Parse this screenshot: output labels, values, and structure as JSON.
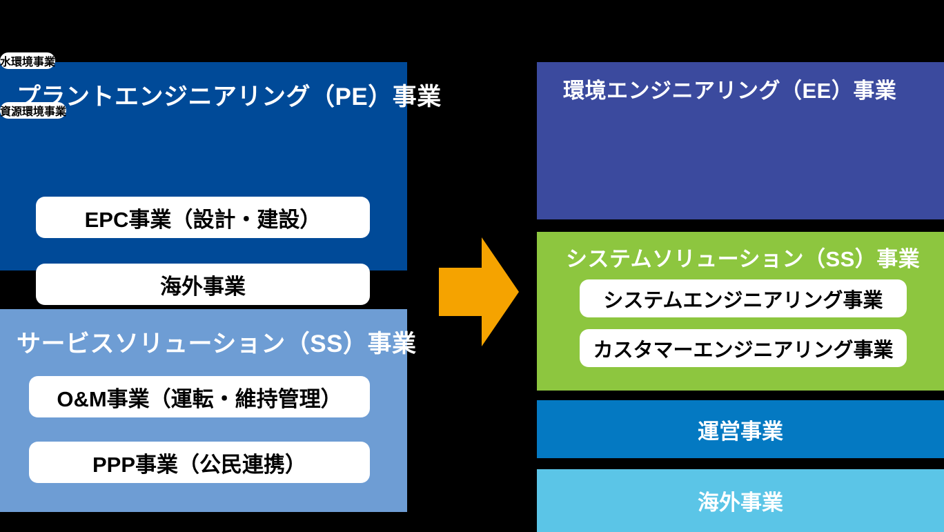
{
  "diagram": {
    "type": "business-segment-reorganization",
    "direction": "left-to-right",
    "arrow": {
      "icon": "right-arrow-icon",
      "color": "#F5A300"
    },
    "before": [
      {
        "id": "pe",
        "title": "プラントエンジニアリング（PE）事業",
        "color": "#004A98",
        "title_color": "#FFFFFF",
        "items": [
          "EPC事業（設計・建設）",
          "海外事業"
        ]
      },
      {
        "id": "service-solution",
        "title": "サービスソリューション（SS）事業",
        "color": "#6E9DD4",
        "title_color": "#FFFFFF",
        "items": [
          "O&M事業（運転・維持管理）",
          "PPP事業（公民連携）"
        ]
      }
    ],
    "after": [
      {
        "id": "ee",
        "title": "環境エンジニアリング（EE）事業",
        "color": "#3B4A9E",
        "title_color": "#FFFFFF",
        "items": [
          "水環境事業",
          "資源環境事業"
        ]
      },
      {
        "id": "system-solution",
        "title": "システムソリューション（SS）事業",
        "color": "#8DC63F",
        "title_color": "#FFFFFF",
        "items": [
          "システムエンジニアリング事業",
          "カスタマーエンジニアリング事業"
        ]
      }
    ],
    "after_bars": [
      {
        "id": "operation",
        "label": "運営事業",
        "color": "#0479C2",
        "text_color": "#FFFFFF"
      },
      {
        "id": "overseas",
        "label": "海外事業",
        "color": "#5BC5E7",
        "text_color": "#FFFFFF"
      }
    ]
  }
}
